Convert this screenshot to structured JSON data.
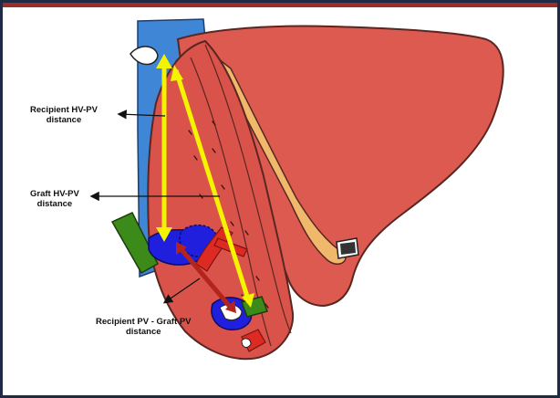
{
  "labels": {
    "recipient_hv_pv": [
      "Recipient HV-PV",
      "distance"
    ],
    "graft_hv_pv": [
      "Graft HV-PV",
      "distance"
    ],
    "recipient_pv_graft_pv": [
      "Recipient PV - Graft PV",
      "distance"
    ]
  },
  "colors": {
    "liver": "#dd5a50",
    "liver_outline": "#5a2622",
    "fat": "#efb86a",
    "vein": "#3f86d6",
    "portal": "#1f1fdd",
    "artery": "#dd2a22",
    "bile": "#3c8a1a",
    "measure_line": "#f4f400",
    "measure_dark": "#b4241c",
    "frame": "#1f2a44"
  }
}
